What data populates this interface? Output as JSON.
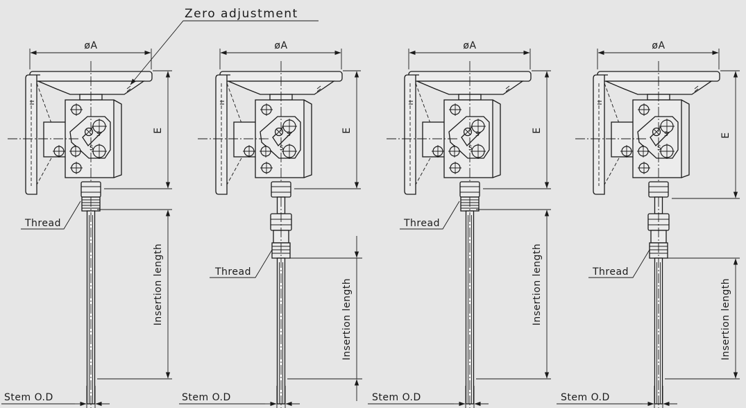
{
  "labels": {
    "zero_adjustment": "Zero adjustment"
  },
  "variants": [
    {
      "id": "A",
      "diameter_label": "øA",
      "e_label": "E",
      "thread_label": "Thread",
      "insertion_label": "Insertion length",
      "stem_label": "Stem O.D"
    },
    {
      "id": "B",
      "diameter_label": "øA",
      "e_label": "E",
      "thread_label": "Thread",
      "insertion_label": "Insertion length",
      "stem_label": "Stem O.D"
    },
    {
      "id": "C",
      "diameter_label": "øA",
      "e_label": "E",
      "thread_label": "Thread",
      "insertion_label": "Insertion length",
      "stem_label": "Stem O.D"
    },
    {
      "id": "D",
      "diameter_label": "øA",
      "e_label": "E",
      "thread_label": "Thread",
      "insertion_label": "Insertion length",
      "stem_label": "Stem O.D"
    }
  ]
}
